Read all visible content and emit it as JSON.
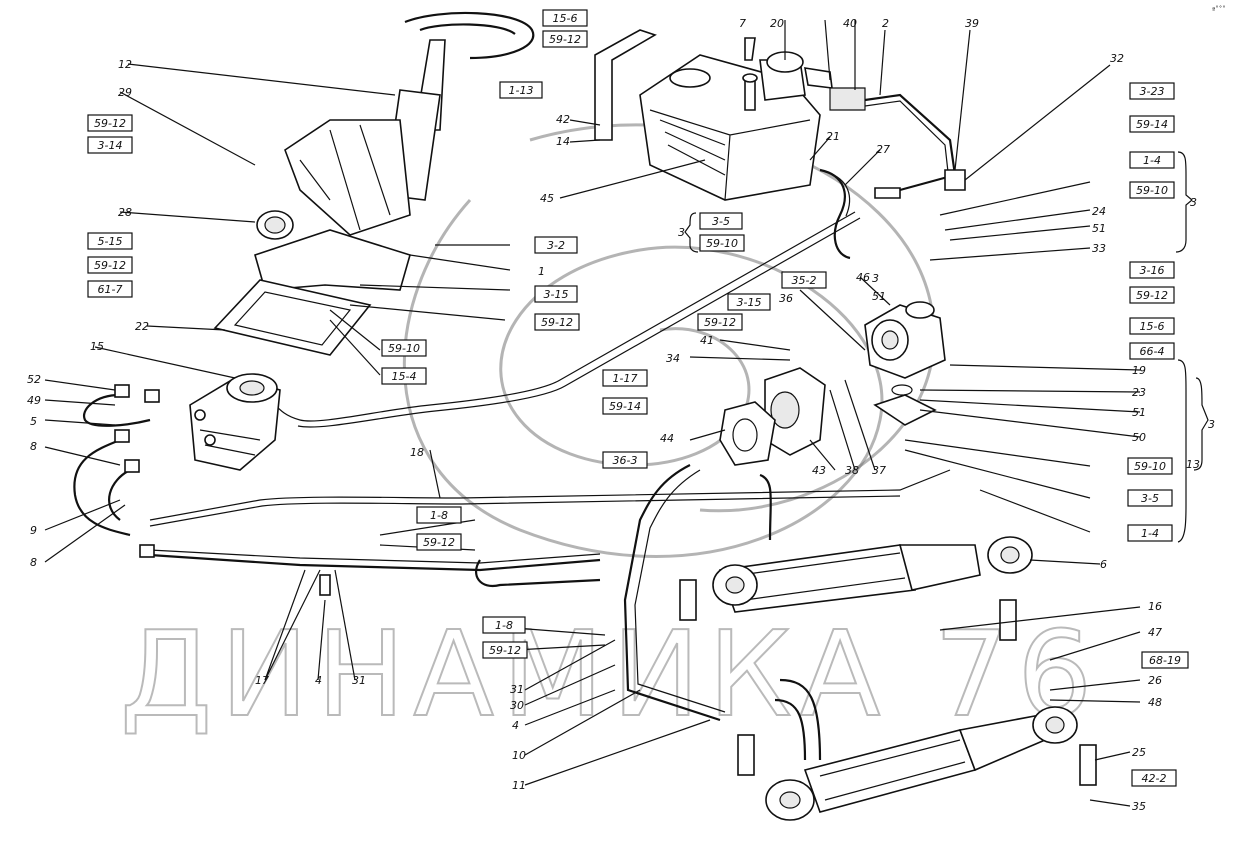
{
  "watermark": {
    "text": "ДИНАМИКА 76"
  },
  "corner_mark": "ª˚˚˚",
  "boxed_refs": [
    "15-6",
    "59-12",
    "1-13",
    "59-12",
    "3-14",
    "5-15",
    "59-12",
    "61-7",
    "3-2",
    "3-15",
    "59-12",
    "59-10",
    "15-4",
    "3-5",
    "59-10",
    "35-2",
    "3-15",
    "59-12",
    "1-17",
    "59-14",
    "36-3",
    "1-8",
    "59-12",
    "1-8",
    "59-12",
    "3-23",
    "59-14",
    "1-4",
    "59-10",
    "3-16",
    "59-12",
    "15-6",
    "66-4",
    "59-10",
    "3-5",
    "1-4",
    "68-19",
    "42-2"
  ],
  "plain_refs": [
    "7",
    "20",
    "40",
    "2",
    "39",
    "32",
    "42",
    "14",
    "21",
    "27",
    "45",
    "12",
    "29",
    "28",
    "1",
    "22",
    "15",
    "52",
    "49",
    "5",
    "8",
    "9",
    "8",
    "24",
    "51",
    "33",
    "46",
    "36",
    "51",
    "41",
    "34",
    "44",
    "43",
    "38",
    "37",
    "19",
    "23",
    "51",
    "50",
    "18",
    "6",
    "17",
    "4",
    "31",
    "16",
    "47",
    "26",
    "48",
    "31",
    "30",
    "4",
    "10",
    "11",
    "25",
    "35",
    "3",
    "3",
    "3",
    "13",
    "3"
  ]
}
